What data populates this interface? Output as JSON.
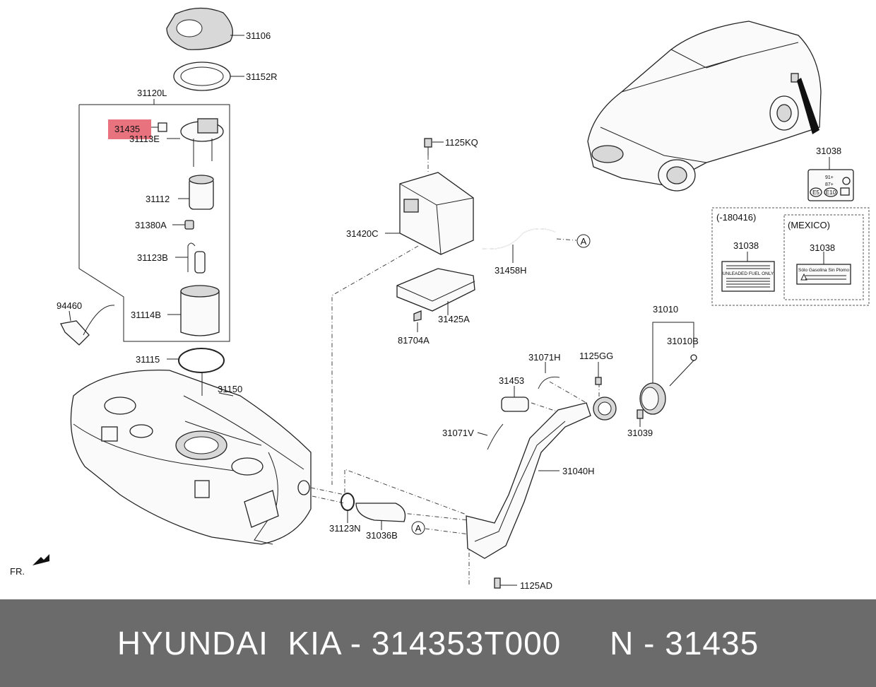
{
  "colors": {
    "highlight": "#e8737f",
    "footer_bg": "#6b6b6b",
    "footer_text": "#ffffff",
    "line": "#222222"
  },
  "parts": {
    "p31106": "31106",
    "p31152R": "31152R",
    "p31120L": "31120L",
    "p31435": "31435",
    "p31113E": "31113E",
    "p31112": "31112",
    "p31380A": "31380A",
    "p31123B": "31123B",
    "p31114B": "31114B",
    "p94460": "94460",
    "p31115": "31115",
    "p31150": "31150",
    "p1125KQ": "1125KQ",
    "p31420C": "31420C",
    "p31458H": "31458H",
    "p31425A": "31425A",
    "p81704A": "81704A",
    "p31038_top": "31038",
    "p31010": "31010",
    "p31010B": "31010B",
    "p31071H": "31071H",
    "p1125GG": "1125GG",
    "p31453": "31453",
    "p31071V": "31071V",
    "p31039": "31039",
    "p31040H": "31040H",
    "p31123N": "31123N",
    "p31036B": "31036B",
    "p1125AD": "1125AD"
  },
  "ref_marker": "A",
  "fr_label": "FR.",
  "variants": {
    "left_title": "(-180416)",
    "left_part": "31038",
    "left_label_lines": [
      "UNLEADED FUEL ONLY"
    ],
    "right_title": "(MEXICO)",
    "right_part": "31038",
    "right_label_lines": [
      "Sólo Gasolina Sin Plomo"
    ]
  },
  "fuel_label": {
    "row1_value": "91+",
    "row2_value": "87+",
    "badge1": "E5",
    "badge2": "E10"
  },
  "footer": {
    "text": "HYUNDAI  KIA - 314353T000     N - 31435"
  }
}
